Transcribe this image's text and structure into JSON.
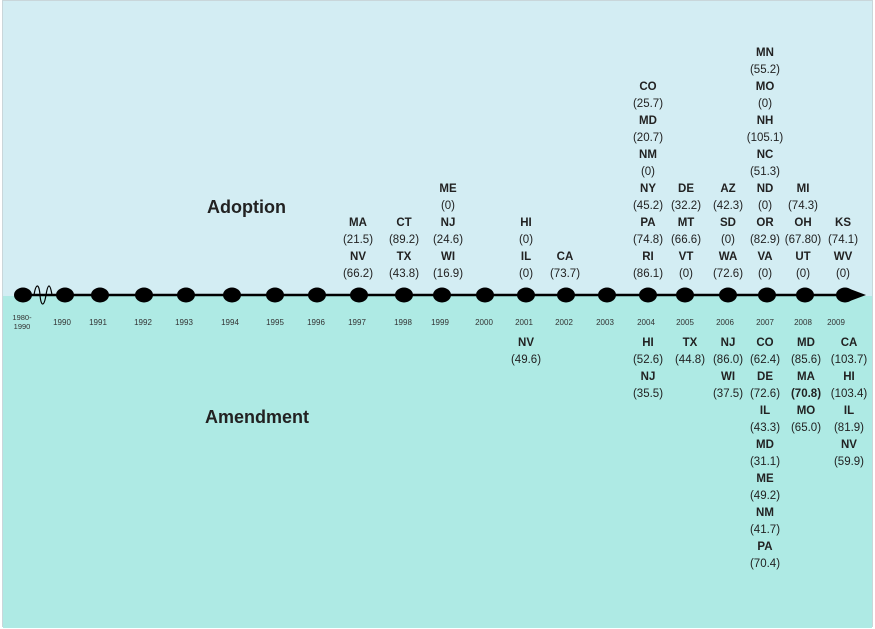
{
  "labels": {
    "adoption": "Adoption",
    "amendment": "Amendment"
  },
  "years": [
    {
      "label": "1980-\n1990"
    },
    {
      "label": "1990"
    },
    {
      "label": "1991"
    },
    {
      "label": "1992"
    },
    {
      "label": "1993"
    },
    {
      "label": "1994"
    },
    {
      "label": "1995"
    },
    {
      "label": "1996"
    },
    {
      "label": "1997"
    },
    {
      "label": "1998"
    },
    {
      "label": "1999"
    },
    {
      "label": "2000"
    },
    {
      "label": "2001"
    },
    {
      "label": "2002"
    },
    {
      "label": "2003"
    },
    {
      "label": "2004"
    },
    {
      "label": "2005"
    },
    {
      "label": "2006"
    },
    {
      "label": "2007"
    },
    {
      "label": "2008"
    },
    {
      "label": "2009"
    }
  ],
  "adoption": [
    {
      "year": "1997",
      "entries": [
        {
          "state": "MA",
          "value": "(21.5)"
        },
        {
          "state": "NV",
          "value": "(66.2)"
        }
      ]
    },
    {
      "year": "1998",
      "entries": [
        {
          "state": "CT",
          "value": "(89.2)"
        },
        {
          "state": "TX",
          "value": "(43.8)"
        }
      ]
    },
    {
      "year": "1999",
      "entries": [
        {
          "state": "ME",
          "value": "(0)"
        },
        {
          "state": "NJ",
          "value": "(24.6)"
        },
        {
          "state": "WI",
          "value": "(16.9)"
        }
      ]
    },
    {
      "year": "2001",
      "entries": [
        {
          "state": "HI",
          "value": "(0)"
        },
        {
          "state": "IL",
          "value": "(0)"
        }
      ]
    },
    {
      "year": "2002",
      "entries": [
        {
          "state": "CA",
          "value": "(73.7)"
        }
      ]
    },
    {
      "year": "2004",
      "entries": [
        {
          "state": "CO",
          "value": "(25.7)"
        },
        {
          "state": "MD",
          "value": "(20.7)"
        },
        {
          "state": "NM",
          "value": "(0)"
        },
        {
          "state": "NY",
          "value": "(45.2)"
        },
        {
          "state": "PA",
          "value": "(74.8)"
        },
        {
          "state": "RI",
          "value": "(86.1)"
        }
      ]
    },
    {
      "year": "2005",
      "entries": [
        {
          "state": "DE",
          "value": "(32.2)"
        },
        {
          "state": "MT",
          "value": "(66.6)"
        },
        {
          "state": "VT",
          "value": "(0)"
        }
      ]
    },
    {
      "year": "2006",
      "entries": [
        {
          "state": "AZ",
          "value": "(42.3)"
        },
        {
          "state": "SD",
          "value": "(0)"
        },
        {
          "state": "WA",
          "value": "(72.6)"
        }
      ]
    },
    {
      "year": "2007",
      "entries": [
        {
          "state": "MN",
          "value": "(55.2)"
        },
        {
          "state": "MO",
          "value": "(0)"
        },
        {
          "state": "NH",
          "value": "(105.1)"
        },
        {
          "state": "NC",
          "value": "(51.3)"
        },
        {
          "state": "ND",
          "value": "(0)"
        },
        {
          "state": "OR",
          "value": "(82.9)"
        },
        {
          "state": "VA",
          "value": "(0)"
        }
      ]
    },
    {
      "year": "2008",
      "entries": [
        {
          "state": "MI",
          "value": "(74.3)"
        },
        {
          "state": "OH",
          "value": "(67.80)"
        },
        {
          "state": "UT",
          "value": "(0)"
        }
      ]
    },
    {
      "year": "2009",
      "entries": [
        {
          "state": "KS",
          "value": "(74.1)"
        },
        {
          "state": "WV",
          "value": "(0)"
        }
      ]
    }
  ],
  "amendment": [
    {
      "year": "2001",
      "entries": [
        {
          "state": "NV",
          "value": "(49.6)"
        }
      ]
    },
    {
      "year": "2004",
      "entries": [
        {
          "state": "HI",
          "value": "(52.6)"
        },
        {
          "state": "NJ",
          "value": "(35.5)"
        }
      ]
    },
    {
      "year": "2005",
      "entries": [
        {
          "state": "TX",
          "value": "(44.8)"
        }
      ]
    },
    {
      "year": "2006",
      "entries": [
        {
          "state": "NJ",
          "value": "(86.0)"
        },
        {
          "state": "WI",
          "value": "(37.5)"
        }
      ]
    },
    {
      "year": "2007",
      "entries": [
        {
          "state": "CO",
          "value": "(62.4)"
        },
        {
          "state": "DE",
          "value": "(72.6)"
        },
        {
          "state": "IL",
          "value": "(43.3)"
        },
        {
          "state": "MD",
          "value": "(31.1)"
        },
        {
          "state": "ME",
          "value": "(49.2)"
        },
        {
          "state": "NM",
          "value": "(41.7)"
        },
        {
          "state": "PA",
          "value": "(70.4)"
        }
      ]
    },
    {
      "year": "2008",
      "entries": [
        {
          "state": "MD",
          "value": "(85.6)"
        },
        {
          "state": "MA",
          "value": "(70.8)",
          "bold": true
        },
        {
          "state": "MO",
          "value": "(65.0)"
        }
      ]
    },
    {
      "year": "2009",
      "entries": [
        {
          "state": "CA",
          "value": "(103.7)"
        },
        {
          "state": "HI",
          "value": "(103.4)"
        },
        {
          "state": "IL",
          "value": "(81.9)"
        },
        {
          "state": "NV",
          "value": "(59.9)"
        }
      ]
    }
  ],
  "colors": {
    "top_background": "#d3edf3",
    "bottom_background": "#aeeae4",
    "timeline": "#000000"
  }
}
